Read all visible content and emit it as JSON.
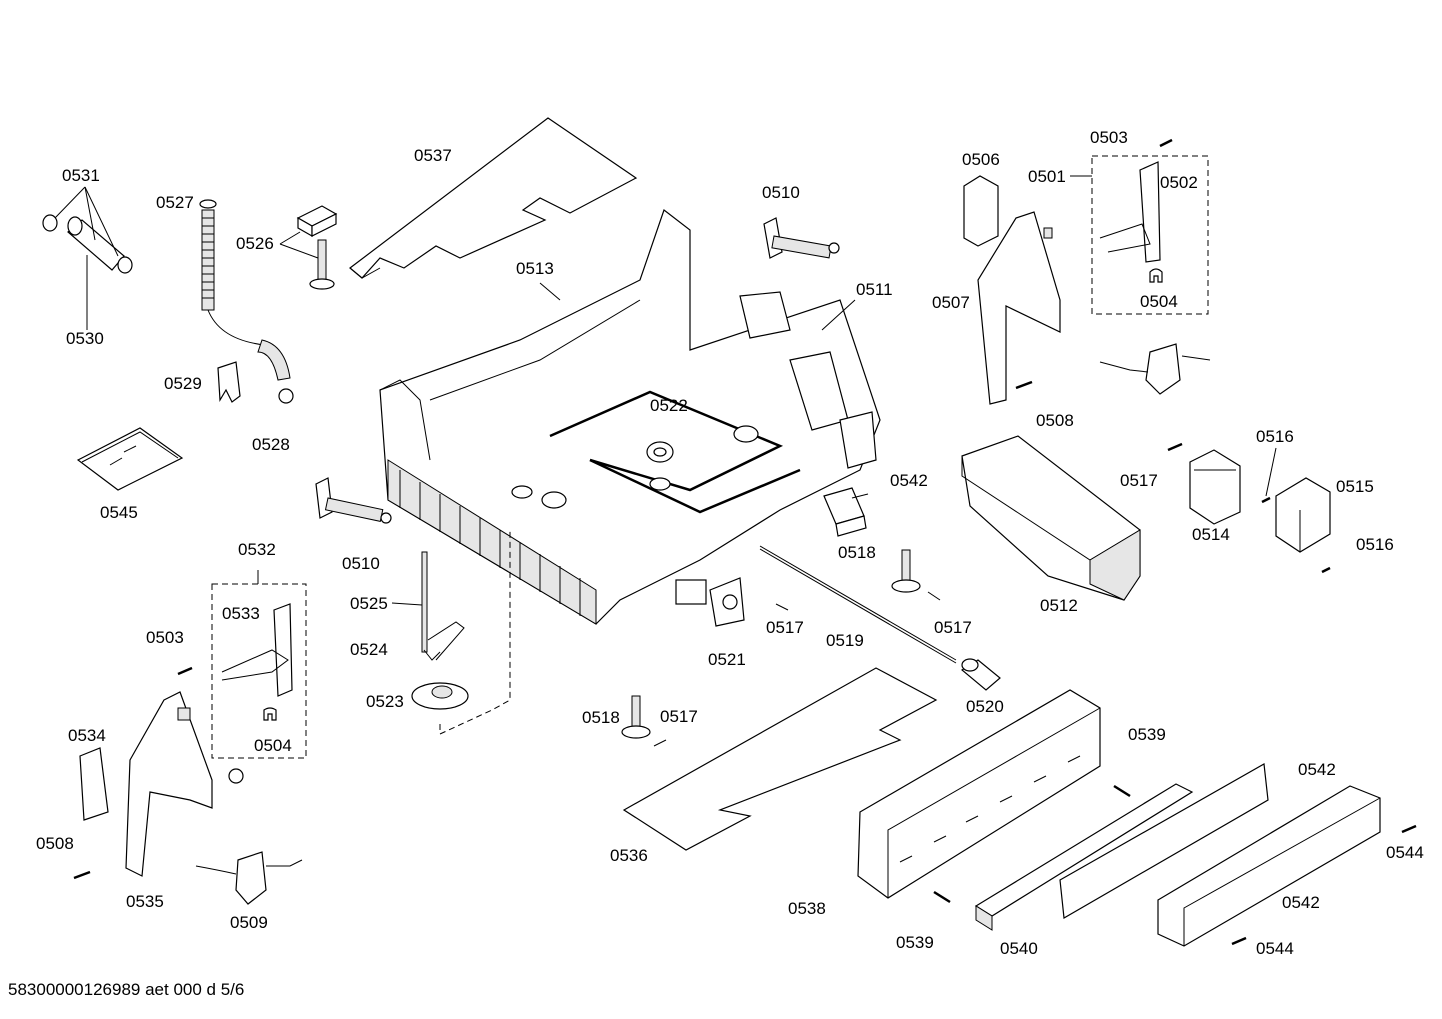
{
  "footer_code": "58300000126989 aet 000 d 5/6",
  "labels": {
    "p0531": "0531",
    "p0527": "0527",
    "p0526": "0526",
    "p0537": "0537",
    "p0530": "0530",
    "p0529": "0529",
    "p0528": "0528",
    "p0545": "0545",
    "p0513": "0513",
    "p0510a": "0510",
    "p0511": "0511",
    "p0510b": "0510",
    "p0522": "0522",
    "p0542a": "0542",
    "p0518a": "0518",
    "p0517a": "0517",
    "p0517b": "0517",
    "p0532": "0532",
    "p0533": "0533",
    "p0503a": "0503",
    "p0504a": "0504",
    "p0534": "0534",
    "p0508a": "0508",
    "p0535": "0535",
    "p0509": "0509",
    "p0525": "0525",
    "p0524": "0524",
    "p0523": "0523",
    "p0521": "0521",
    "p0519": "0519",
    "p0518b": "0518",
    "p0517c": "0517",
    "p0520": "0520",
    "p0536": "0536",
    "p0538": "0538",
    "p0539a": "0539",
    "p0539b": "0539",
    "p0540": "0540",
    "p0542b": "0542",
    "p0542c": "0542",
    "p0544a": "0544",
    "p0544b": "0544",
    "p0503b": "0503",
    "p0506": "0506",
    "p0501": "0501",
    "p0502": "0502",
    "p0504b": "0504",
    "p0507": "0507",
    "p0508b": "0508",
    "p0517d": "0517",
    "p0516a": "0516",
    "p0514": "0514",
    "p0515": "0515",
    "p0516b": "0516",
    "p0512": "0512"
  }
}
